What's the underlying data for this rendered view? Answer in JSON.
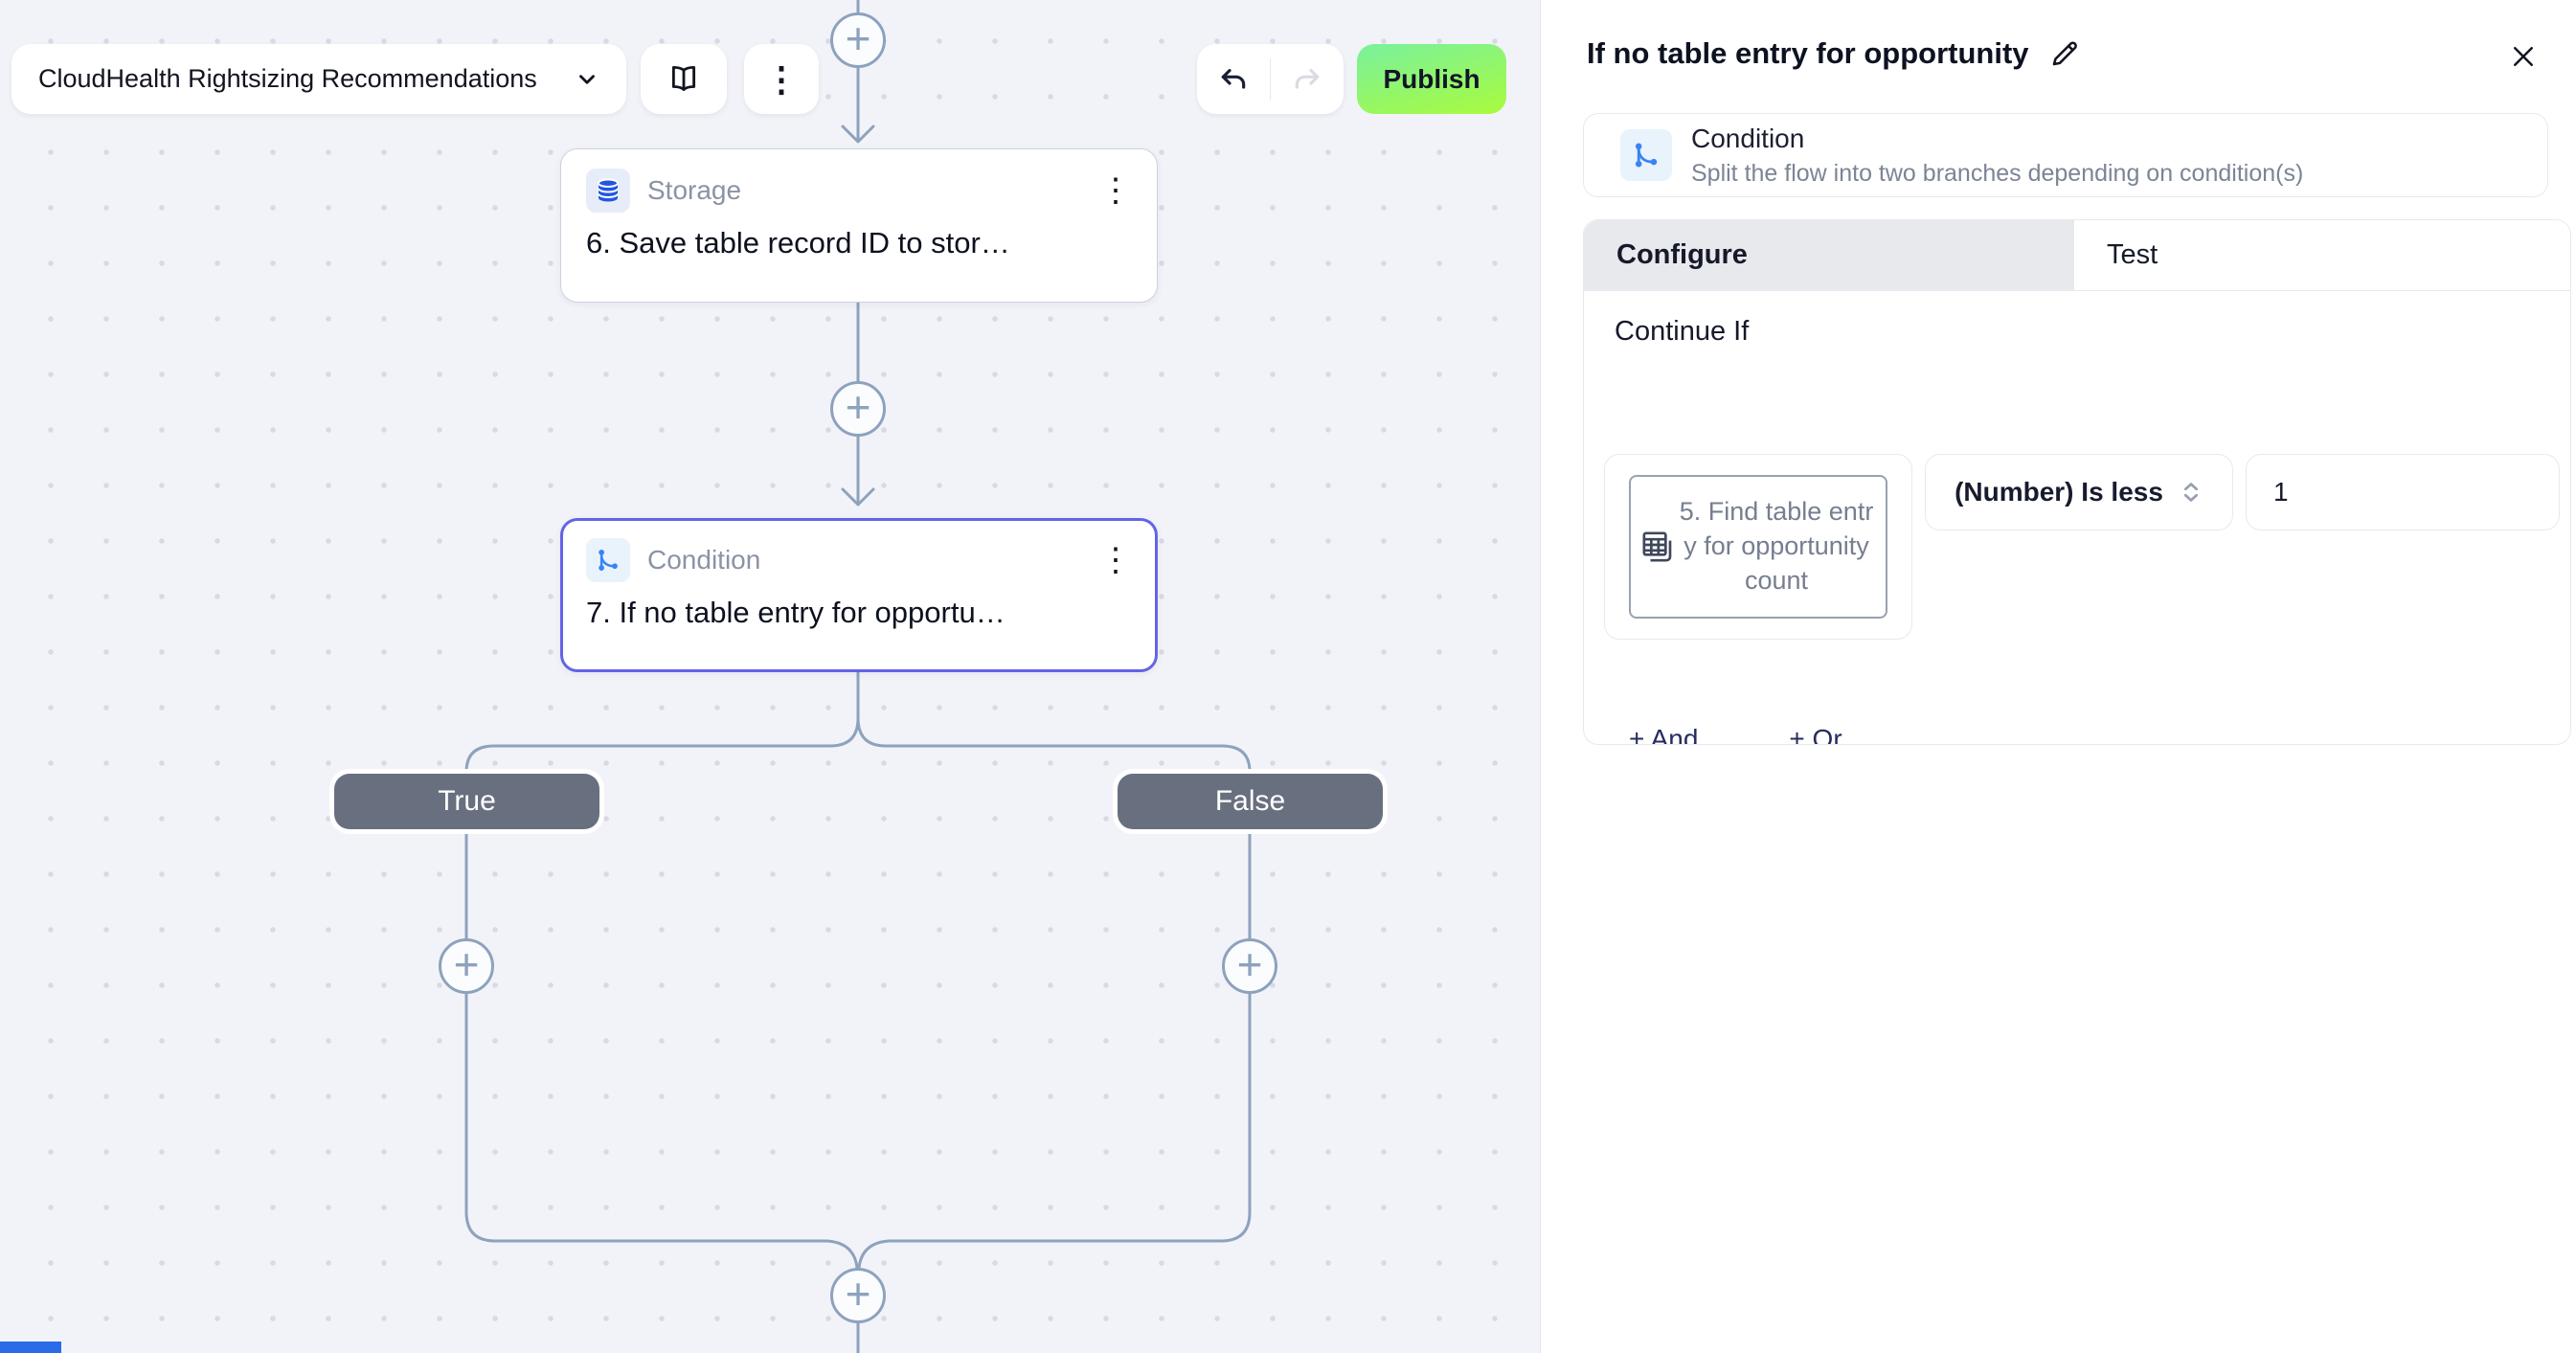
{
  "toolbar": {
    "flow_name": "CloudHealth Rightsizing Recommendations",
    "publish_label": "Publish"
  },
  "canvas": {
    "nodes": [
      {
        "type_label": "Storage",
        "title": "6. Save table record ID to stor…"
      },
      {
        "type_label": "Condition",
        "title": "7. If no table entry for opportu…"
      }
    ],
    "branches": {
      "true_label": "True",
      "false_label": "False"
    }
  },
  "panel": {
    "title": "If no table entry for opportunity",
    "type_card": {
      "title": "Condition",
      "description": "Split the flow into two branches depending on condition(s)"
    },
    "tabs": {
      "configure": "Configure",
      "test": "Test"
    },
    "configure": {
      "section_label": "Continue If",
      "value_chip": "5. Find table entry for opportunity count",
      "operator": "(Number) Is less",
      "comparison_value": "1",
      "and_label": "+ And",
      "or_label": "+ Or"
    }
  },
  "icons": {
    "plus": "+",
    "kebab": "⋮"
  },
  "colors": {
    "accent_indigo": "#6264e7",
    "publish_gradient_start": "#79f19e",
    "publish_gradient_end": "#a9fb3c",
    "connector": "#8da2bd",
    "branch_pill": "#68707f",
    "node_icon_blue": "#2457e0",
    "canvas_bg": "#f2f3f9"
  }
}
